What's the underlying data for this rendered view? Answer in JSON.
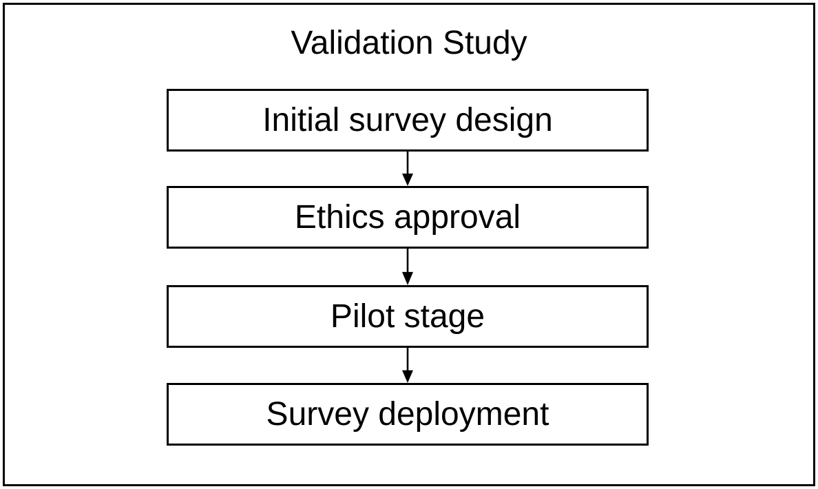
{
  "diagram": {
    "title": "Validation Study",
    "steps": [
      {
        "label": "Initial survey design"
      },
      {
        "label": "Ethics approval"
      },
      {
        "label": "Pilot stage"
      },
      {
        "label": "Survey deployment"
      }
    ],
    "colors": {
      "background": "#ffffff",
      "line": "#000000",
      "text": "#000000"
    }
  }
}
